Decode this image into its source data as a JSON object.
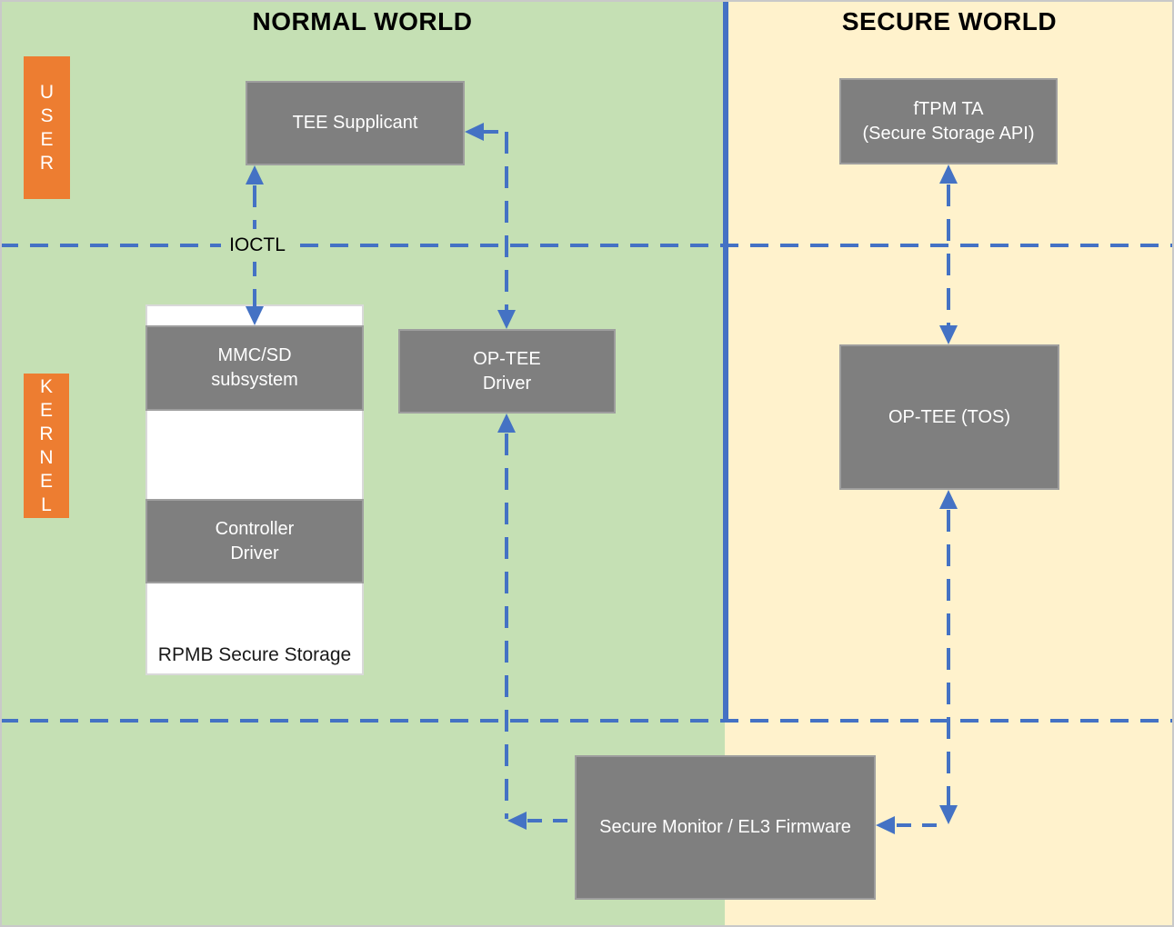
{
  "titles": {
    "normal_world": "NORMAL WORLD",
    "secure_world": "SECURE WORLD"
  },
  "privilege_labels": {
    "user": "U\nS\nE\nR",
    "kernel": "K\nE\nR\nN\nE\nL"
  },
  "boundary_labels": {
    "ioctl": "IOCTL"
  },
  "normal_world": {
    "tee_supplicant": "TEE Supplicant",
    "storage_stack": {
      "mmc_sd_subsystem": "MMC/SD\nsubsystem",
      "controller_driver": "Controller\nDriver",
      "rpmb_secure_storage": "RPMB Secure Storage"
    },
    "optee_driver": "OP-TEE\nDriver"
  },
  "secure_world": {
    "ftpm_ta": "fTPM TA\n(Secure Storage API)",
    "optee_tos": "OP-TEE (TOS)"
  },
  "firmware": {
    "secure_monitor": "Secure Monitor / EL3 Firmware"
  },
  "colors": {
    "normal_world_bg": "#C5E0B4",
    "secure_world_bg": "#FFF2CC",
    "box_gray": "#7F7F7F",
    "box_border": "#9E9E9E",
    "accent_orange": "#ED7D31",
    "arrow_blue": "#4472C4",
    "white_panel": "#FFFFFF",
    "title_text": "#000000"
  }
}
